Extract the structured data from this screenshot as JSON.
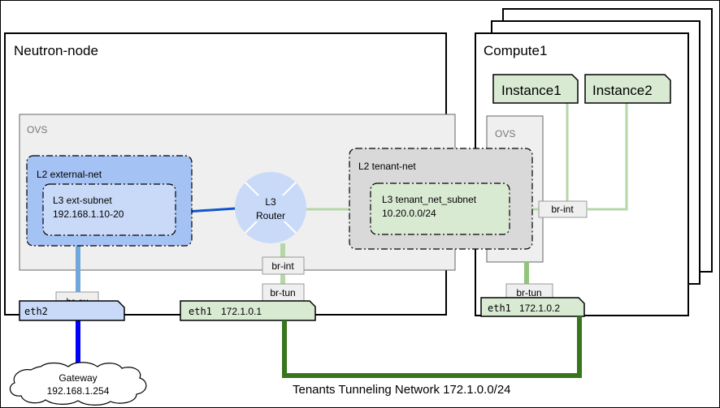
{
  "neutron_node": {
    "title": "Neutron-node",
    "ovs_label": "OVS",
    "external_net": {
      "title": "L2 external-net",
      "subnet_name": "L3 ext-subnet",
      "subnet_range": "192.168.1.10-20",
      "fill": "#a4c2f4"
    },
    "router": {
      "line1": "L3",
      "line2": "Router",
      "fill": "#c9daf8"
    },
    "tenant_net": {
      "title": "L2 tenant-net",
      "subnet_name": "L3  tenant_net_subnet",
      "subnet_range": "10.20.0.0/24",
      "fill": "#d9ead3"
    },
    "br_int": "br-int",
    "br_tun": "br-tun",
    "br_ex": "br-ex",
    "eth2": {
      "name": "eth2",
      "ip": ""
    },
    "eth1": {
      "name": "eth1",
      "ip": "172.1.0.1"
    }
  },
  "compute": {
    "title": "Compute1",
    "ovs_label": "OVS",
    "instance1": "Instance1",
    "instance2": "Instance2",
    "br_int": "br-int",
    "br_tun": "br-tun",
    "eth1": {
      "name": "eth1",
      "ip": "172.1.0.2"
    }
  },
  "gateway": {
    "name": "Gateway",
    "ip": "192.168.1.254"
  },
  "tunnel_network": {
    "label": "Tenants Tunneling Network 172.1.0.0/24",
    "color": "#38761d"
  },
  "colors": {
    "external_link": "#0000ff",
    "br_ex_link": "#6fa8dc",
    "ext_router_link": "#1155cc",
    "tenant_link": "#b6d7a8",
    "green_box": "#d9ead3",
    "ovs_fill": "#efefef",
    "tenant_net_fill": "#d9d9d9"
  }
}
